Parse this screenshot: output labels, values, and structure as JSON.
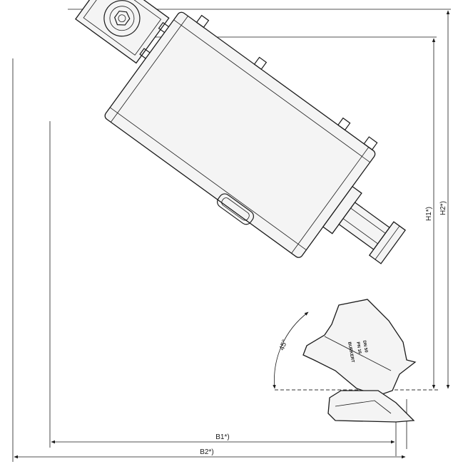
{
  "dimensions": {
    "b1": "B1*)",
    "b2": "B2*)",
    "h1": "H1*)",
    "h2": "H2*)",
    "angle": "45°"
  },
  "valve_body_marking": [
    "BURKERT",
    "PN 16",
    "DN 50"
  ],
  "colors": {
    "line": "#1a1a1a",
    "fill": "#f4f4f4",
    "background": "#ffffff"
  }
}
